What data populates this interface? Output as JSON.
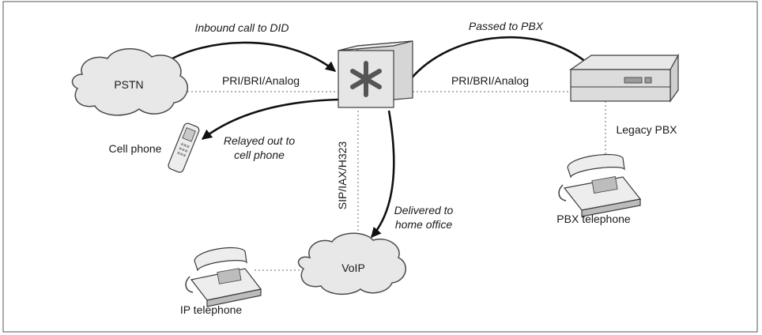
{
  "nodes": {
    "pstn": "PSTN",
    "voip": "VoIP",
    "legacy_pbx": "Legacy PBX",
    "cell_phone": "Cell phone",
    "pbx_telephone": "PBX telephone",
    "ip_telephone": "IP telephone"
  },
  "links": {
    "pstn_link": "PRI/BRI/Analog",
    "pbx_link": "PRI/BRI/Analog",
    "voip_link": "SIP/IAX/H323"
  },
  "flows": {
    "inbound": "Inbound call to DID",
    "passed": "Passed to PBX",
    "relayed_line1": "Relayed out to",
    "relayed_line2": "cell phone",
    "delivered_line1": "Delivered to",
    "delivered_line2": "home office"
  }
}
